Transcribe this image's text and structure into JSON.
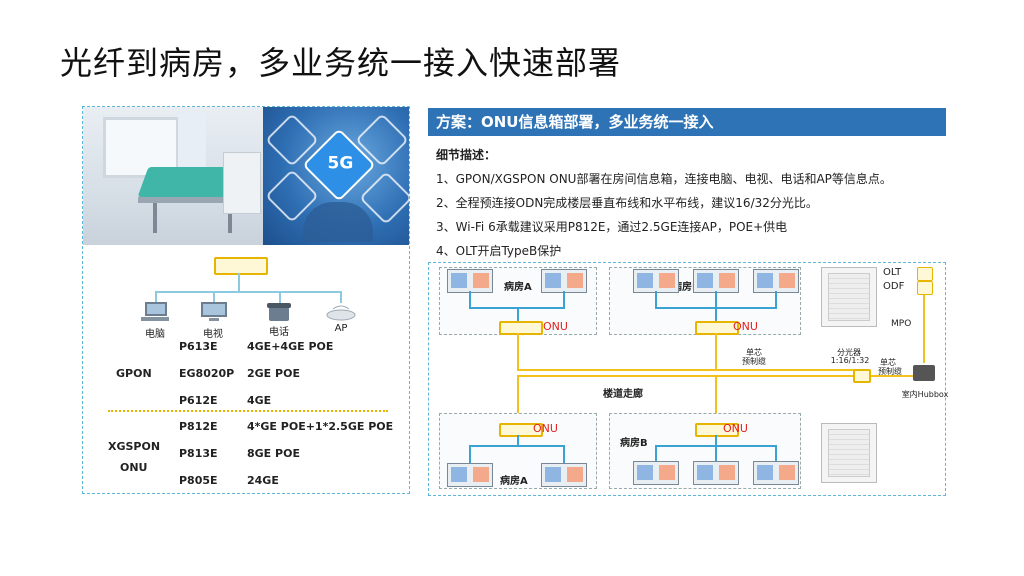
{
  "title": "光纤到病房，多业务统一接入快速部署",
  "left": {
    "photo_badge": "5G",
    "devices": [
      {
        "label": "电脑",
        "icon": "pc-icon"
      },
      {
        "label": "电视",
        "icon": "tv-icon"
      },
      {
        "label": "电话",
        "icon": "phone-icon"
      },
      {
        "label": "AP",
        "icon": "ap-icon"
      }
    ],
    "gpon_label": "GPON",
    "xgspon_label_1": "XGSPON",
    "xgspon_label_2": "ONU",
    "specs": [
      {
        "model": "P613E",
        "ports": "4GE+4GE POE"
      },
      {
        "model": "EG8020P",
        "ports": "2GE POE"
      },
      {
        "model": "P612E",
        "ports": "4GE"
      },
      {
        "model": "P812E",
        "ports": "4*GE POE+1*2.5GE POE"
      },
      {
        "model": "P813E",
        "ports": "8GE POE"
      },
      {
        "model": "P805E",
        "ports": "24GE"
      }
    ]
  },
  "right": {
    "header": "方案：ONU信息箱部署，多业务统一接入",
    "detail_title": "细节描述：",
    "details": [
      "1、GPON/XGSPON ONU部署在房间信息箱，连接电脑、电视、电话和AP等信息点。",
      "2、全程预连接ODN完成楼层垂直布线和水平布线，建议16/32分光比。",
      "3、Wi-Fi 6承载建议采用P812E，通过2.5GE连接AP，POE+供电",
      "4、OLT开启TypeB保护"
    ],
    "diagram": {
      "room_a": "病房A",
      "room_b": "病房B",
      "onu": "ONU",
      "corridor": "楼道走廊",
      "single_core_1": "单芯",
      "preterm_1": "预制缆",
      "splitter": "分光器",
      "splitter_ratio": "1:16/1:32",
      "single_core_2": "单芯",
      "preterm_2": "预制缆",
      "olt": "OLT",
      "odf": "ODF",
      "mpo": "MPO",
      "hubbox": "室内Hubbox"
    }
  },
  "colors": {
    "header_blue": "#2e73b6",
    "onu_red": "#e02020",
    "fiber_yellow": "#f2c21a",
    "cable_blue": "#3aa3d4"
  }
}
